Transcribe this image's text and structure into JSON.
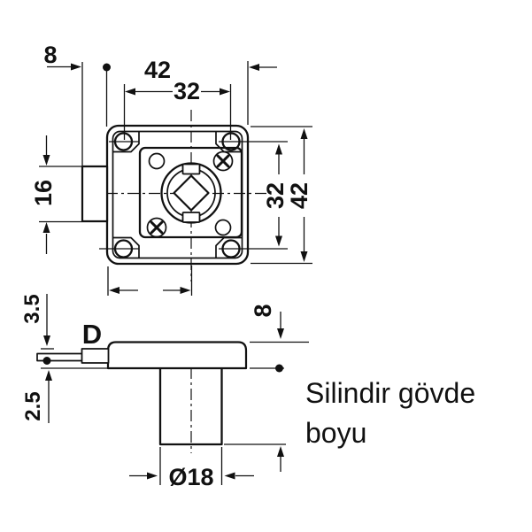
{
  "drawing": {
    "note": {
      "line1": "Silindir gövde",
      "line2": "boyu"
    },
    "plan_view": {
      "edge_offset": "8",
      "body_width": "42",
      "hole_spacing_h": "32",
      "bolt_height": "16",
      "hole_spacing_v": "32",
      "body_height": "42"
    },
    "side_view": {
      "nose_offset": "3.5",
      "plate_offset": "2.5",
      "spindle_label": "D",
      "case_depth": "8",
      "cylinder_diameter": "Ø18"
    },
    "colors": {
      "ink": "#111111",
      "background": "#ffffff"
    }
  }
}
